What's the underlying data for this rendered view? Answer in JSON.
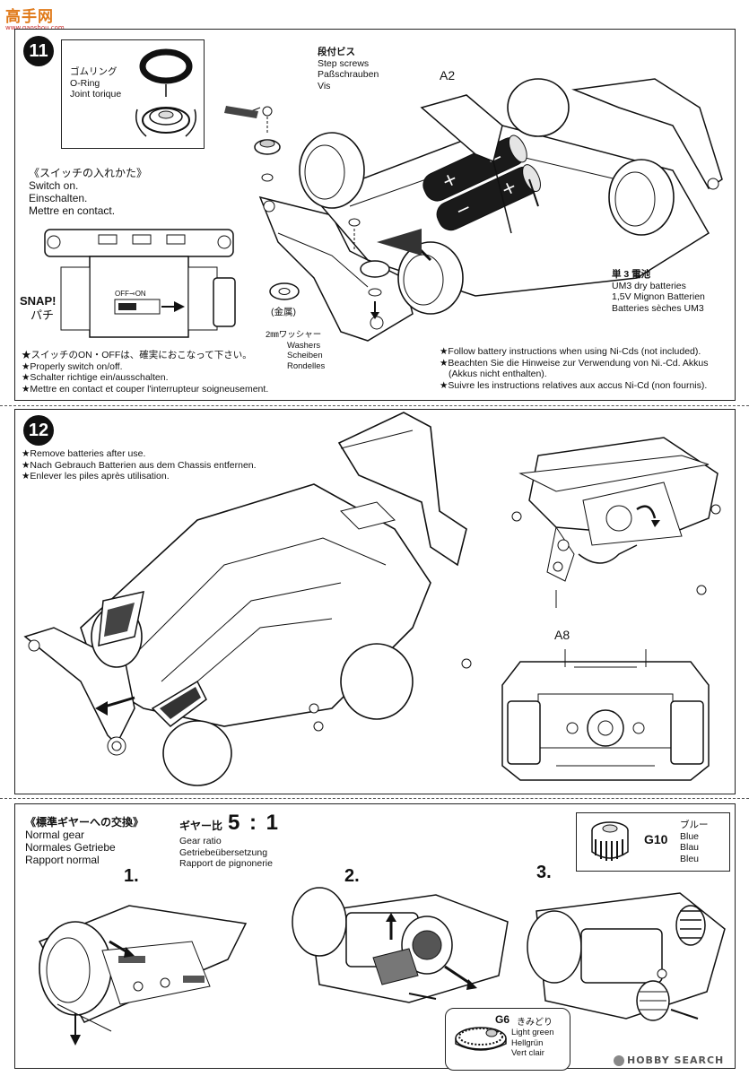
{
  "header": {
    "logo_text": "高手网",
    "logo_sub": "www.gaoshou.com"
  },
  "step11": {
    "number": "11",
    "oring": [
      "ゴムリング",
      "O-Ring",
      "Joint torique"
    ],
    "step_screws": [
      "段付ビス",
      "Step screws",
      "Paßschrauben",
      "Vis"
    ],
    "part_a2": "A2",
    "switch": [
      "《スイッチの入れかた》",
      "Switch on.",
      "Einschalten.",
      "Mettre en contact."
    ],
    "snap": [
      "SNAP!",
      "パチ"
    ],
    "switch_off_on": "OFF⊸ON",
    "metal": "(金属)",
    "washers": [
      "2㎜ワッシャー",
      "Washers",
      "Scheiben",
      "Rondelles"
    ],
    "batteries": [
      "単 3 電池",
      "UM3 dry batteries",
      "1,5V Mignon Batterien",
      "Batteries sèches UM3"
    ],
    "switch_notes": [
      "★スイッチのON・OFFは、確実におこなって下さい。",
      "★Properly switch on/off.",
      "★Schalter richtige ein/ausschalten.",
      "★Mettre en contact et couper l'interrupteur soigneusement."
    ],
    "nicd_notes": [
      "★Follow battery instructions when using Ni-Cds (not included).",
      "★Beachten Sie die Hinweise zur Verwendung von Ni.-Cd. Akkus",
      "(Akkus nicht enthalten).",
      "★Suivre les instructions relatives aux accus Ni-Cd (non fournis)."
    ]
  },
  "step12": {
    "number": "12",
    "notes": [
      "★Remove batteries after use.",
      "★Nach Gebrauch Batterien aus dem Chassis entfernen.",
      "★Enlever les piles après utilisation."
    ],
    "part_a8": "A8"
  },
  "gear": {
    "title": "《標準ギヤーへの交換》",
    "title_lines": [
      "Normal gear",
      "Normales Getriebe",
      "Rapport normal"
    ],
    "ratio_label_jp": "ギヤー比",
    "ratio_value": "5 : 1",
    "ratio_lines": [
      "Gear ratio",
      "Getriebeübersetzung",
      "Rapport de pignonerie"
    ],
    "steps": [
      "1.",
      "2.",
      "3."
    ],
    "g10": {
      "code": "G10",
      "lines": [
        "ブルー",
        "Blue",
        "Blau",
        "Bleu"
      ]
    },
    "g6": {
      "code": "G6",
      "jp": "きみどり",
      "lines": [
        "Light green",
        "Hellgrün",
        "Vert clair"
      ]
    }
  },
  "footer": {
    "watermark": "HOBBY SEARCH"
  }
}
